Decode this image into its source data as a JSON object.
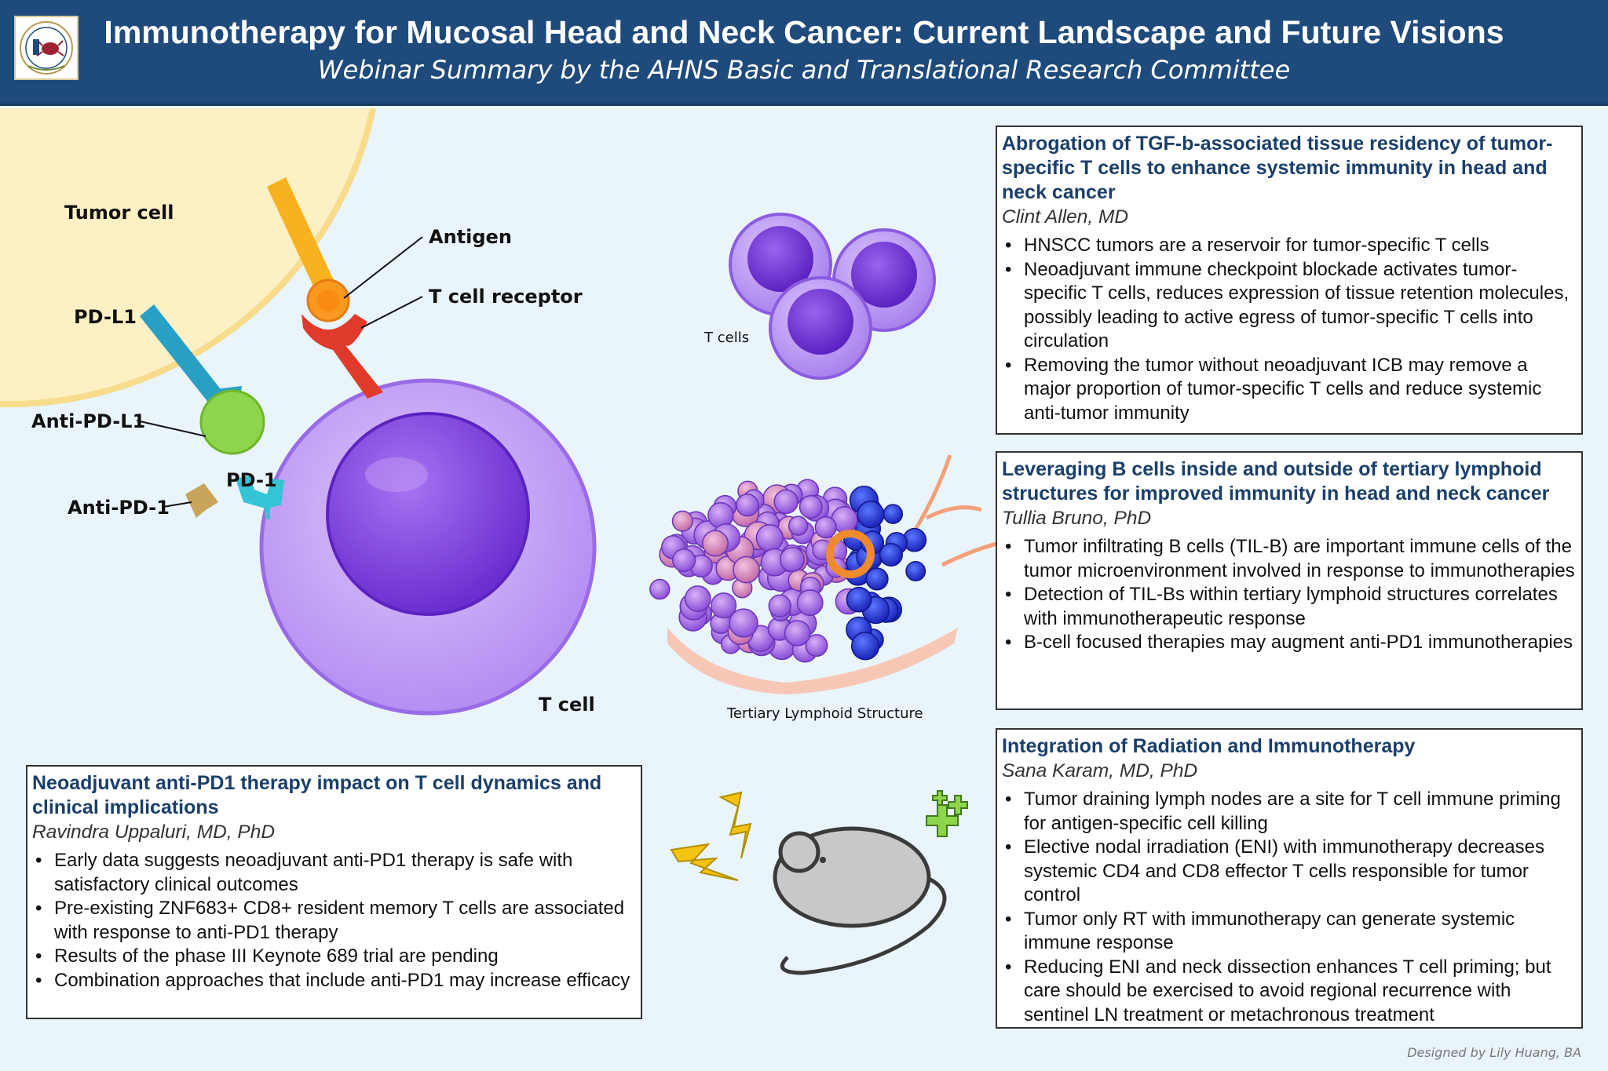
{
  "header": {
    "title": "Immunotherapy for Mucosal Head and Neck Cancer: Current Landscape and Future Visions",
    "subtitle": "Webinar Summary by the AHNS Basic and Translational Research Committee",
    "logo_icon": "ahns-crab-logo-icon"
  },
  "diagram": {
    "labels": {
      "tumor_cell": "Tumor cell",
      "antigen": "Antigen",
      "t_cell_receptor": "T cell receptor",
      "pd_l1": "PD-L1",
      "anti_pd_l1": "Anti-PD-L1",
      "pd_1": "PD-1",
      "anti_pd_1": "Anti-PD-1",
      "t_cell": "T cell",
      "t_cells": "T cells",
      "tls": "Tertiary Lymphoid Structure"
    },
    "colors": {
      "tumor": "#fdf0c4",
      "t_cell_outer": "#c9a8f7",
      "t_cell_nucleus": "#8b48e8",
      "antigen": "#f7a51e",
      "receptor": "#e03a2c",
      "pd_l1": "#2a9fc4",
      "anti_pd_l1": "#8ed54b",
      "pd_1": "#35c4d6",
      "anti_pd_1": "#c7a55b"
    }
  },
  "panels": [
    {
      "title": "Abrogation of TGF-b-associated tissue residency of tumor-specific T cells to enhance systemic immunity in head and neck cancer",
      "author": "Clint Allen, MD",
      "bullets": [
        "HNSCC tumors are a reservoir for tumor-specific T cells",
        "Neoadjuvant immune checkpoint blockade activates tumor-specific T cells, reduces expression of tissue retention molecules, possibly leading to active egress of tumor-specific T cells into circulation",
        "Removing the tumor without neoadjuvant ICB may remove a major proportion of tumor-specific T cells and reduce systemic anti-tumor immunity"
      ]
    },
    {
      "title": "Leveraging B cells inside and outside of tertiary lymphoid structures for improved immunity in head and neck cancer",
      "author": "Tullia Bruno, PhD",
      "bullets": [
        "Tumor infiltrating B cells (TIL-B) are important immune cells of the tumor microenvironment involved in response to immunotherapies",
        "Detection of TIL-Bs within tertiary lymphoid structures correlates with immunotherapeutic response",
        "B-cell focused therapies may augment anti-PD1 immunotherapies"
      ]
    },
    {
      "title": "Integration of Radiation and Immunotherapy",
      "author": "Sana Karam, MD, PhD",
      "bullets": [
        "Tumor draining lymph nodes are a site for T cell immune priming for antigen-specific cell killing",
        "Elective nodal irradiation (ENI) with immunotherapy decreases systemic CD4 and CD8 effector T cells responsible for tumor control",
        "Tumor only RT with immunotherapy can generate systemic immune response",
        "Reducing ENI and neck dissection enhances T cell priming; but care should be exercised to avoid regional recurrence with sentinel LN treatment or metachronous treatment"
      ]
    },
    {
      "title": "Neoadjuvant anti-PD1 therapy impact on T cell dynamics and clinical implications",
      "author": "Ravindra Uppaluri, MD, PhD",
      "bullets": [
        "Early data suggests neoadjuvant anti-PD1 therapy is safe with satisfactory clinical outcomes",
        "Pre-existing ZNF683+ CD8+ resident memory T cells are associated with response to anti-PD1 therapy",
        "Results of the phase III Keynote 689 trial are pending",
        "Combination approaches that include anti-PD1 may increase efficacy"
      ]
    }
  ],
  "icons": {
    "mouse": "mouse-icon",
    "lightning": "lightning-icon",
    "plus": "plus-icon"
  },
  "credit": "Designed by Lily Huang, BA"
}
